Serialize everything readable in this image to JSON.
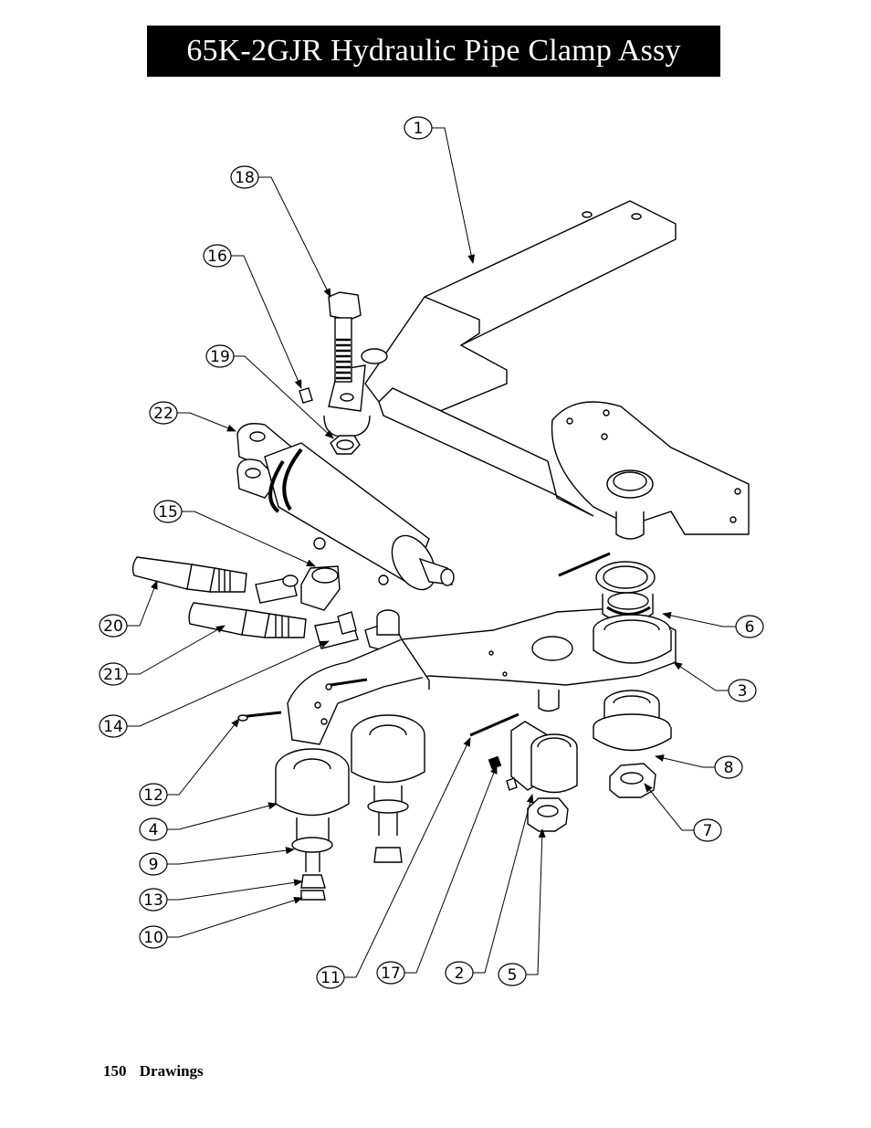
{
  "title": "65K-2GJR Hydraulic Pipe Clamp Assy",
  "footer": {
    "page_number": "150",
    "section": "Drawings"
  },
  "callouts": [
    {
      "id": "c1",
      "label": "1"
    },
    {
      "id": "c18",
      "label": "18"
    },
    {
      "id": "c16",
      "label": "16"
    },
    {
      "id": "c19",
      "label": "19"
    },
    {
      "id": "c22",
      "label": "22"
    },
    {
      "id": "c15",
      "label": "15"
    },
    {
      "id": "c20",
      "label": "20"
    },
    {
      "id": "c21",
      "label": "21"
    },
    {
      "id": "c14",
      "label": "14"
    },
    {
      "id": "c12",
      "label": "12"
    },
    {
      "id": "c4",
      "label": "4"
    },
    {
      "id": "c9",
      "label": "9"
    },
    {
      "id": "c13",
      "label": "13"
    },
    {
      "id": "c10",
      "label": "10"
    },
    {
      "id": "c6",
      "label": "6"
    },
    {
      "id": "c3",
      "label": "3"
    },
    {
      "id": "c8",
      "label": "8"
    },
    {
      "id": "c7",
      "label": "7"
    },
    {
      "id": "c11",
      "label": "11"
    },
    {
      "id": "c17",
      "label": "17"
    },
    {
      "id": "c2",
      "label": "2"
    },
    {
      "id": "c5",
      "label": "5"
    }
  ]
}
